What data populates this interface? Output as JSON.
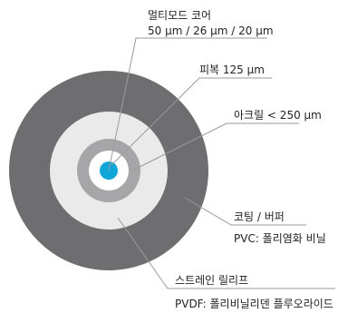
{
  "labels": {
    "core_title": "멀티모드 코어",
    "core_sizes": "50 µm / 26 µm / 20 µm",
    "cladding": "피복 125 µm",
    "acrylic": "아크릴 < 250 µm",
    "coating_title": "코팅 / 버퍼",
    "coating_material": "PVC: 폴리염화 비닐",
    "strain_title": "스트레인 릴리프",
    "strain_material": "PVDF: 폴리비닐리덴 플루오라이드"
  },
  "colors": {
    "jacket": "#6e6e70",
    "strain_relief": "#eaeaea",
    "acrylic": "#a6a6a8",
    "cladding": "#ffffff",
    "core": "#10a6d8",
    "leader": "#9a9a9a"
  }
}
